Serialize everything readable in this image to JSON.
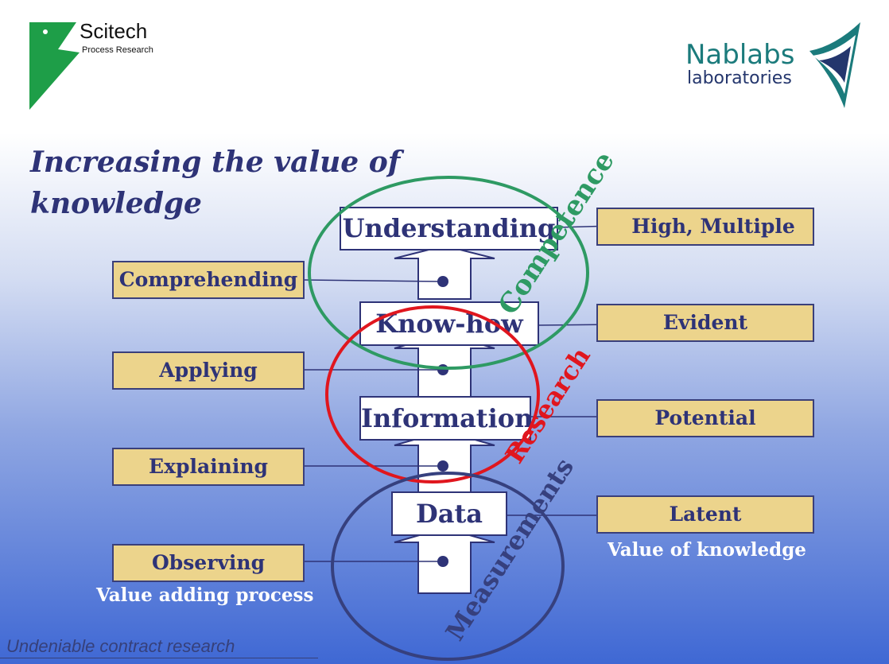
{
  "header": {
    "left_logo": {
      "name": "Scitech",
      "subtitle": "Process Research",
      "color": "#1e9e48"
    },
    "right_logo": {
      "name": "Nablabs",
      "subtitle": "laboratories",
      "color": "#1b7b7c"
    }
  },
  "title": "Increasing the value of\nknowledge",
  "levels": [
    "Understanding",
    "Know-how",
    "Information",
    "Data"
  ],
  "processes": [
    "Comprehending",
    "Applying",
    "Explaining",
    "Observing"
  ],
  "values": [
    "High, Multiple",
    "Evident",
    "Potential",
    "Latent"
  ],
  "ellipse_labels": {
    "competence": {
      "text": "Competence",
      "color": "#2e9a63"
    },
    "research": {
      "text": "Research",
      "color": "#e0161e"
    },
    "measurements": {
      "text": "Measurements",
      "color": "#36407e"
    }
  },
  "captions": {
    "left": "Value adding process",
    "right": "Value of knowledge"
  },
  "footer": "Undeniable contract research"
}
